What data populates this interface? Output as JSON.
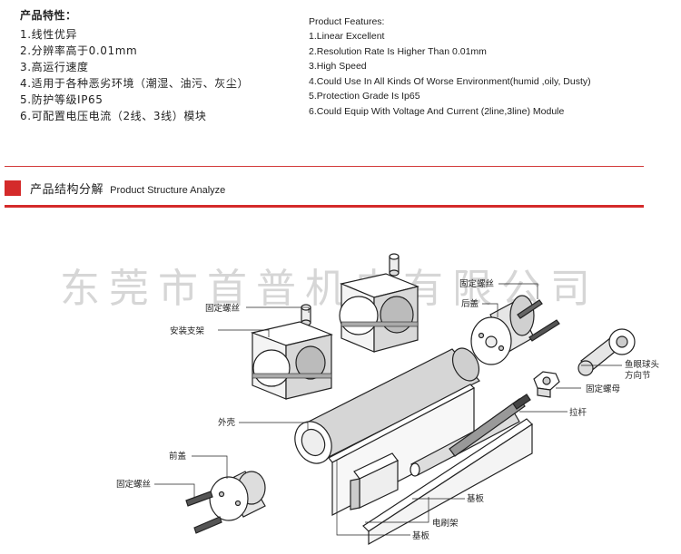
{
  "features_cn": {
    "title": "产品特性：",
    "items": [
      "1.线性优异",
      "2.分辨率高于0.01mm",
      "3.高运行速度",
      "4.适用于各种恶劣环境（潮湿、油污、灰尘）",
      "5.防护等级IP65",
      "6.可配置电压电流（2线、3线）模块"
    ]
  },
  "features_en": {
    "title": "Product Features:",
    "items": [
      "1.Linear Excellent",
      "2.Resolution Rate Is Higher Than 0.01mm",
      "3.High Speed",
      "4.Could Use In All Kinds Of Worse Environment(humid ,oily, Dusty)",
      "5.Protection Grade Is Ip65",
      "6.Could Equip With Voltage And Current (2line,3line) Module"
    ]
  },
  "section": {
    "title_cn": "产品结构分解",
    "title_en": "Product Structure Analyze",
    "accent_color": "#d42a2a"
  },
  "watermark": "东莞市首普机电有限公司",
  "labels": {
    "fixing_screw_top": "固定螺丝",
    "mounting_bracket": "安装支架",
    "fixing_screw_right": "固定螺丝",
    "rear_cover": "后盖",
    "fisheye_ball_joint": "鱼眼球头\n方向节",
    "fixing_nut": "固定螺母",
    "pull_rod": "拉杆",
    "outer_shell": "外壳",
    "front_cover": "前盖",
    "fixing_screw_left": "固定螺丝",
    "base_plate_right": "基板",
    "brush_holder": "电刷架",
    "base_plate_bottom": "基板"
  }
}
